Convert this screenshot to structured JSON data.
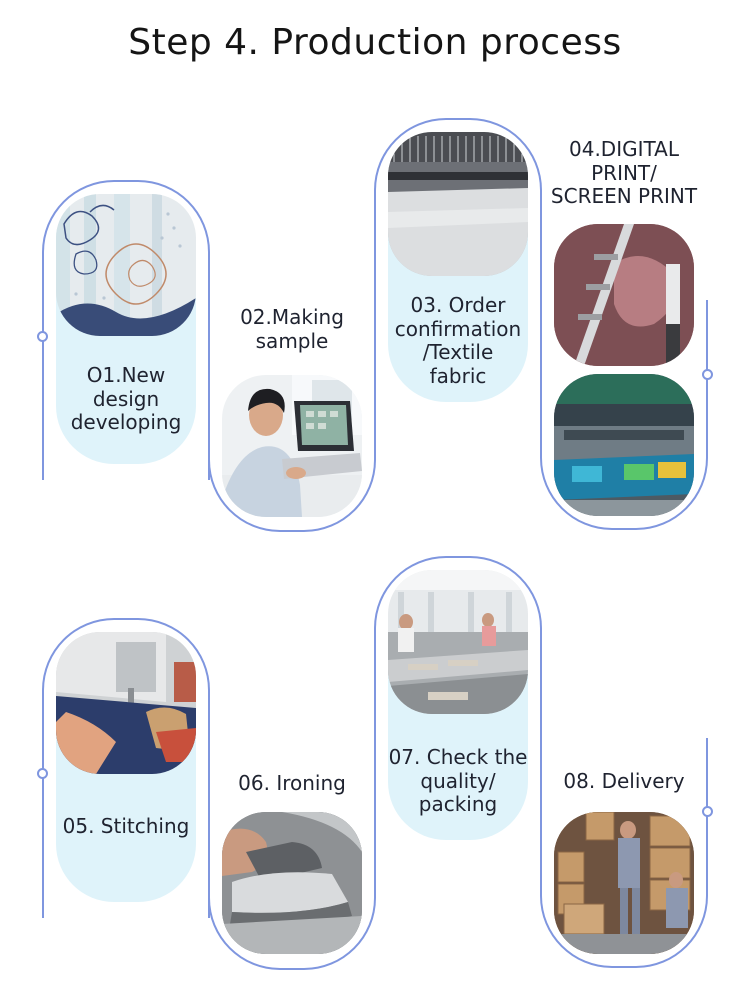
{
  "title": "Step 4. Production process",
  "colors": {
    "outline": "#7f96df",
    "pill": "#dff3fa",
    "text": "#1f2330"
  },
  "steps": [
    {
      "label": "O1.New design developing",
      "lines": [
        "O1.New",
        "design",
        "developing"
      ],
      "image": "floral-pattern-design-image"
    },
    {
      "label": "02.Making sample",
      "lines": [
        "02.Making",
        "sample"
      ],
      "image": "designer-at-laptop-image"
    },
    {
      "label": "03. Order confirmation /Textile fabric",
      "lines": [
        "03. Order",
        "confirmation",
        "/Textile",
        "fabric"
      ],
      "image": "textile-loom-image"
    },
    {
      "label": "04.DIGITAL PRINT/ SCREEN PRINT",
      "lines": [
        "04.DIGITAL",
        "PRINT/",
        "SCREEN PRINT"
      ],
      "image": "printing-machine-images"
    },
    {
      "label": "05. Stitching",
      "lines": [
        "05. Stitching"
      ],
      "image": "sewing-machine-image"
    },
    {
      "label": "06. Ironing",
      "lines": [
        "06. Ironing"
      ],
      "image": "iron-image"
    },
    {
      "label": "07. Check the quality/ packing",
      "lines": [
        "07. Check the",
        "quality/",
        "packing"
      ],
      "image": "factory-floor-image"
    },
    {
      "label": "08. Delivery",
      "lines": [
        "08. Delivery"
      ],
      "image": "warehouse-boxes-image"
    }
  ]
}
